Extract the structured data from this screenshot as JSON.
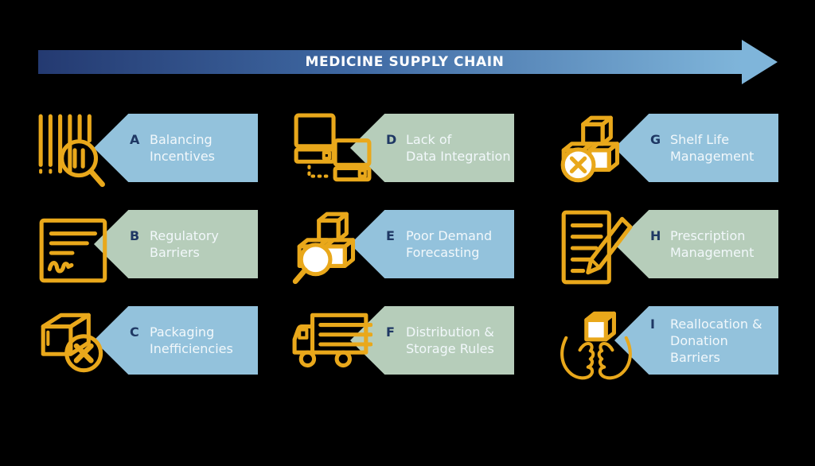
{
  "banner": {
    "title": "MEDICINE SUPPLY CHAIN",
    "gradient_start": "#243a71",
    "gradient_mid": "#3f69a3",
    "gradient_end": "#7fb5da"
  },
  "palette": {
    "icon_gold": "#e9a81b",
    "letter_navy": "#1f3864",
    "label_text": "#f2f8fb",
    "blue_box": "#93c2dc",
    "green_box": "#b6cdba",
    "background": "#000000"
  },
  "items": [
    {
      "letter": "A",
      "line1": "Balancing",
      "line2": "Incentives",
      "icon": "barcode-magnifier-icon",
      "color": "#93c2dc",
      "tone": "blue"
    },
    {
      "letter": "B",
      "line1": "Regulatory",
      "line2": "Barriers",
      "icon": "signed-document-icon",
      "color": "#b6cdba",
      "tone": "green"
    },
    {
      "letter": "C",
      "line1": "Packaging",
      "line2": "Inefficiencies",
      "icon": "package-error-icon",
      "color": "#93c2dc",
      "tone": "blue"
    },
    {
      "letter": "D",
      "line1": "Lack of",
      "line2": "Data Integration",
      "icon": "computers-data-icon",
      "color": "#b6cdba",
      "tone": "green"
    },
    {
      "letter": "E",
      "line1": "Poor Demand",
      "line2": "Forecasting",
      "icon": "boxes-magnifier-icon",
      "color": "#93c2dc",
      "tone": "blue"
    },
    {
      "letter": "F",
      "line1": "Distribution &",
      "line2": "Storage Rules",
      "icon": "delivery-truck-icon",
      "color": "#b6cdba",
      "tone": "green"
    },
    {
      "letter": "G",
      "line1": "Shelf Life",
      "line2": "Management",
      "icon": "boxes-expired-icon",
      "color": "#93c2dc",
      "tone": "blue"
    },
    {
      "letter": "H",
      "line1": "Prescription",
      "line2": "Management",
      "icon": "prescription-pencil-icon",
      "color": "#b6cdba",
      "tone": "green"
    },
    {
      "letter": "I",
      "line1": "Reallocation &",
      "line2": "Donation Barriers",
      "icon": "hands-donation-icon",
      "color": "#93c2dc",
      "tone": "blue"
    }
  ]
}
